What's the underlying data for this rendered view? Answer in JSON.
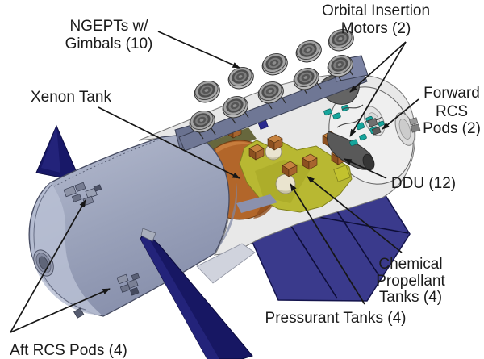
{
  "diagram": {
    "subject": "spacecraft cutaway with component callouts",
    "background_color": "#ffffff"
  },
  "callouts": [
    {
      "id": "ngepts",
      "lines": [
        "NGEPTs w/",
        "Gimbals (10)"
      ]
    },
    {
      "id": "orbital",
      "lines": [
        "Orbital Insertion",
        "Motors (2)"
      ]
    },
    {
      "id": "xenon",
      "lines": [
        "Xenon Tank"
      ]
    },
    {
      "id": "forward_rcs",
      "lines": [
        "Forward",
        "RCS",
        "Pods (2)"
      ]
    },
    {
      "id": "ddu",
      "lines": [
        "DDU (12)"
      ]
    },
    {
      "id": "chemical",
      "lines": [
        "Chemical",
        "Propellant",
        "Tanks (4)"
      ]
    },
    {
      "id": "pressurant",
      "lines": [
        "Pressurant Tanks (4)"
      ]
    },
    {
      "id": "aft_rcs",
      "lines": [
        "Aft RCS Pods (4)"
      ]
    }
  ],
  "colors": {
    "label_text": "#1b1b1b",
    "callout_line": "#161616",
    "solar_panel": "#3a3a8c",
    "solar_panel_dark": "#171763",
    "xenon_tank_orange": "#b2662a",
    "ddu_brown": "#9c5a28",
    "chemical_deck_yellow": "#b8b832",
    "aft_tank_slate": "#a5acc4",
    "thruster_gray": "#a3a3a3",
    "motor_nozzle_gray": "#5a5a5a",
    "teal_component": "#16a59c",
    "platform_slate_blue": "#6f7795"
  }
}
